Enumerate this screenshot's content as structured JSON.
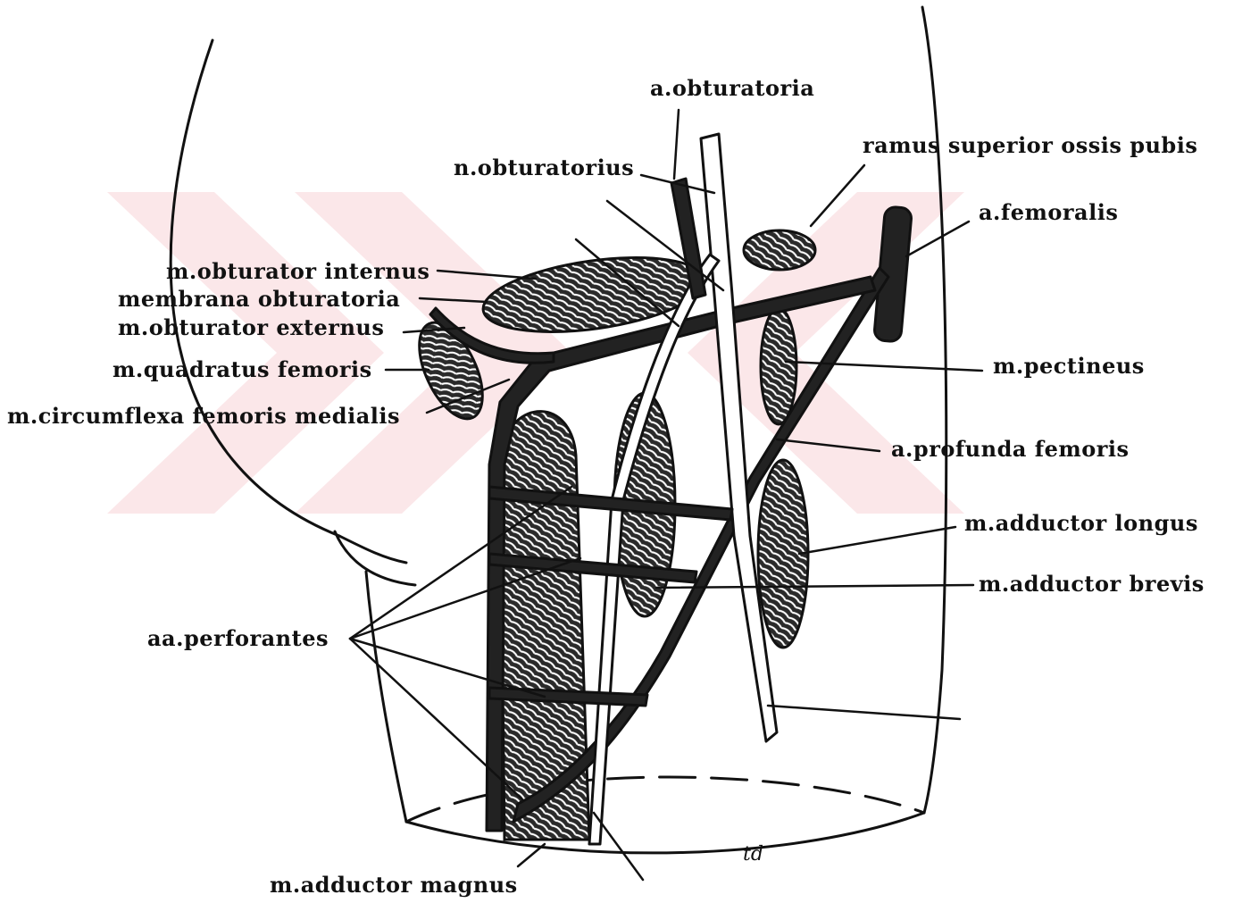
{
  "labels": {
    "a_obturatoria": "a.obturatoria",
    "n_obturatorius": "n.obturatorius",
    "ramus_superior": "ramus superior ossis pubis",
    "a_femoralis": "a.femoralis",
    "m_obturator_internus": "m.obturator internus",
    "membrana_obturatoria": "membrana obturatoria",
    "m_obturator_externus": "m.obturator externus",
    "m_quadratus_femoris": "m.quadratus femoris",
    "m_circumflexa": "m.circumflexa femoris medialis",
    "m_pectineus": "m.pectineus",
    "a_profunda_femoris": "a.profunda femoris",
    "m_adductor_longus": "m.adductor longus",
    "m_adductor_brevis": "m.adductor brevis",
    "aa_perforantes": "aa.perforantes",
    "m_adductor_magnus": "m.adductor magnus",
    "signature": "td"
  },
  "colors": {
    "ink": "#111111",
    "watermark": "#d9132b"
  }
}
